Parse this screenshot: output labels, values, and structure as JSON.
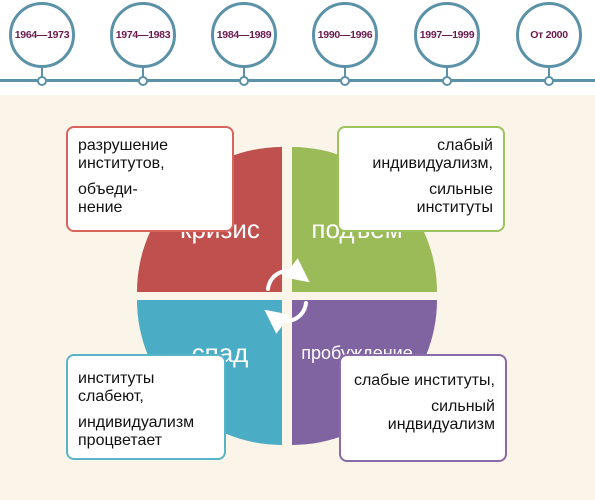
{
  "timeline": {
    "periods": [
      "1964—1973",
      "1974—1983",
      "1984—1989",
      "1990—1996",
      "1997—1999",
      "От 2000"
    ]
  },
  "cycle": {
    "quadrants": {
      "crisis": "кризис",
      "rise": "подъём",
      "decline": "спад",
      "awakening": "пробуждение"
    },
    "colors": {
      "crisis": "#c0504d",
      "rise": "#9bbb59",
      "decline": "#4bacc6",
      "awakening": "#8064a2"
    }
  },
  "callouts": {
    "crisis": [
      "разрушение институтов,",
      "объеди-\nнение"
    ],
    "rise": [
      "слабый индивидуализм,",
      "сильные институты"
    ],
    "decline": [
      "институты слабеют,",
      "индивидуализм процветает"
    ],
    "awakening": [
      "слабые институты,",
      "сильный индвидуализм"
    ]
  }
}
